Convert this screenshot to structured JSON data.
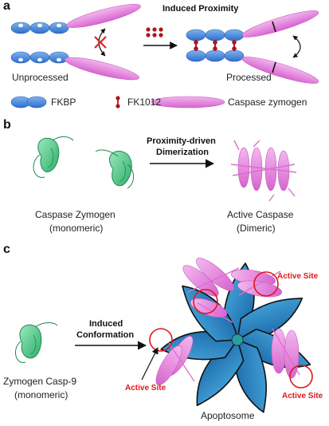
{
  "panel_a": {
    "letter": "a",
    "heading": "Induced Proximity",
    "left_label": "Unprocessed",
    "right_label": "Processed",
    "legend": [
      {
        "label": "FKBP",
        "color": "#3b7fd6"
      },
      {
        "label": "FK1012",
        "color": "#b0141e"
      },
      {
        "label": "Caspase zymogen",
        "color": "#e07ad8"
      }
    ]
  },
  "panel_b": {
    "letter": "b",
    "arrow_label_line1": "Proximity-driven",
    "arrow_label_line2": "Dimerization",
    "left_label_line1": "Caspase Zymogen",
    "left_label_line2": "(monomeric)",
    "right_label_line1": "Active Caspase",
    "right_label_line2": "(Dimeric)"
  },
  "panel_c": {
    "letter": "c",
    "arrow_label_line1": "Induced",
    "arrow_label_line2": "Conformation",
    "left_label_line1": "Zymogen Casp-9",
    "left_label_line2": "(monomeric)",
    "active_site_label": "Active Site",
    "complex_label": "Apoptosome"
  },
  "colors": {
    "fkbp": "#3b7fd6",
    "fk1012": "#b0141e",
    "caspase": "#e07ad8",
    "zymogen_green": "#3cc77d",
    "apoptosome": "#1f86c9",
    "active_site_red": "#e01818"
  }
}
